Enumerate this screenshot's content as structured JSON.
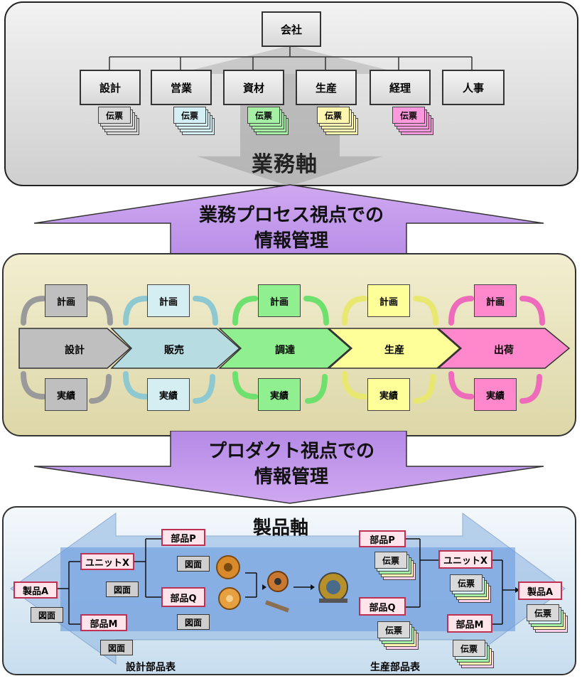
{
  "top": {
    "company": "会社",
    "departments": [
      {
        "label": "設計",
        "has_slip": true,
        "slip_color": "#d9d9d9"
      },
      {
        "label": "営業",
        "has_slip": true,
        "slip_color": "#d4f0f4"
      },
      {
        "label": "資材",
        "has_slip": true,
        "slip_color": "#a6f0a6"
      },
      {
        "label": "生産",
        "has_slip": true,
        "slip_color": "#fff6b0"
      },
      {
        "label": "経理",
        "has_slip": true,
        "slip_color": "#ff99dd"
      },
      {
        "label": "人事",
        "has_slip": false,
        "slip_color": ""
      }
    ],
    "slip_label": "伝票",
    "axis_label": "業務軸"
  },
  "upper_arrow": {
    "line1": "業務プロセス視点での",
    "line2": "情報管理"
  },
  "middle": {
    "plan_label": "計画",
    "actual_label": "実績",
    "stages": [
      {
        "label": "設計",
        "color": "#bfbfbf"
      },
      {
        "label": "販売",
        "color": "#b7dde3"
      },
      {
        "label": "調達",
        "color": "#90f090"
      },
      {
        "label": "生産",
        "color": "#ffff99"
      },
      {
        "label": "出荷",
        "color": "#ff88cc"
      }
    ]
  },
  "lower_arrow": {
    "line1": "プロダクト視点での",
    "line2": "情報管理"
  },
  "bottom": {
    "axis_label": "製品軸",
    "design_bom": {
      "label": "設計部品表",
      "product": "製品A",
      "unit": "ユニットX",
      "part_m": "部品M",
      "part_p": "部品P",
      "part_q": "部品Q",
      "drawing": "図面"
    },
    "production_bom": {
      "label": "生産部品表",
      "product": "製品A",
      "unit": "ユニットX",
      "part_m": "部品M",
      "part_p": "部品P",
      "part_q": "部品Q",
      "slip": "伝票"
    },
    "colors": {
      "accent_border": "#c03050",
      "part_fill": "#ffe4ec",
      "flow_blue": "#6a9be0"
    }
  }
}
